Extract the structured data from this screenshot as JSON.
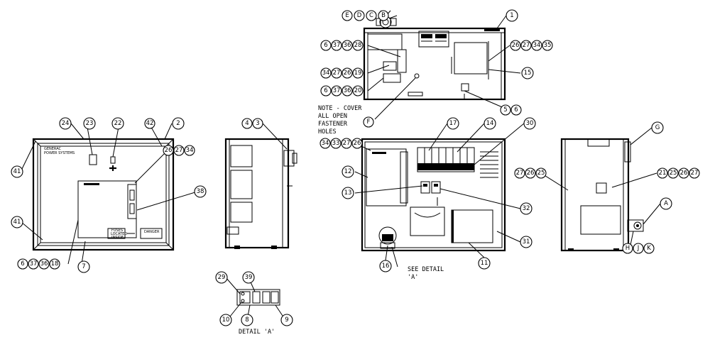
{
  "notes": {
    "cover_line1": "NOTE - COVER",
    "cover_line2": "ALL OPEN",
    "cover_line3": "FASTENER",
    "cover_line4": "HOLES",
    "see_detail_line1": "SEE DETAIL",
    "see_detail_line2": "'A'",
    "detail_a": "DETAIL 'A'"
  },
  "panel_text": {
    "brand": "GENERAC",
    "brand_sub": "POWER SYSTEMS",
    "fuses_1": "FUSES",
    "fuses_2": "LOCATED",
    "fuses_3": "INSIDE",
    "danger": "DANGER"
  },
  "callouts": {
    "top": [
      "E",
      "D",
      "C",
      "B",
      "1",
      "6",
      "37",
      "36",
      "28",
      "26",
      "27",
      "34",
      "35",
      "34",
      "27",
      "26",
      "19",
      "15",
      "6",
      "37",
      "36",
      "20",
      "F",
      "5",
      "6"
    ],
    "front": [
      "24",
      "23",
      "22",
      "42",
      "2",
      "41",
      "26",
      "27",
      "34",
      "38",
      "41",
      "6",
      "37",
      "36",
      "18",
      "7"
    ],
    "side_left": [
      "4",
      "3"
    ],
    "inside": [
      "17",
      "14",
      "30",
      "34",
      "33",
      "27",
      "26",
      "12",
      "13",
      "32",
      "31",
      "16",
      "11"
    ],
    "side_right": [
      "G",
      "27",
      "26",
      "25",
      "21",
      "25",
      "26",
      "27",
      "A",
      "H",
      "J",
      "K"
    ],
    "detail": [
      "29",
      "39",
      "10",
      "8",
      "9"
    ]
  }
}
